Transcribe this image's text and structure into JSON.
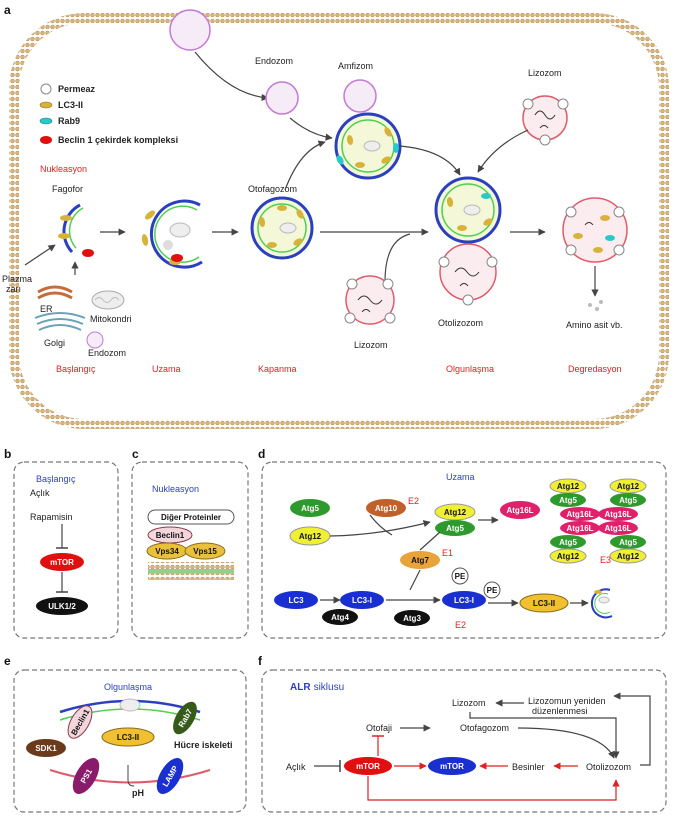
{
  "panels": [
    "a",
    "b",
    "c",
    "d",
    "e",
    "f"
  ],
  "panel_a": {
    "legend": {
      "permeaz": "Permeaz",
      "lc3": "LC3-II",
      "rab9": "Rab9",
      "beclin": "Beclin 1 çekirdek kompleksi"
    },
    "nukleasyon": "Nukleasyon",
    "fagofor": "Fagofor",
    "plazma1": "Plazma",
    "plazma2": "zarı",
    "er": "ER",
    "golgi": "Golgi",
    "mitokondri": "Mitokondri",
    "endozom_small": "Endozom",
    "endozom_top": "Endozom",
    "amfizom": "Amfizom",
    "lizozom_top": "Lizozom",
    "otofagozom": "Otofagozom",
    "lizozom_bottom": "Lizozom",
    "otolizozom": "Otolizozom",
    "amino": "Amino asit vb.",
    "stages": [
      "Başlangıç",
      "Uzama",
      "Kapanma",
      "Olgunlaşma",
      "Degredasyon"
    ]
  },
  "panel_b": {
    "title": "Başlangıç",
    "aclik": "Açlık",
    "rapamisin": "Rapamisin",
    "mtor": "mTOR",
    "ulk": "ULK1/2"
  },
  "panel_c": {
    "title": "Nukleasyon",
    "diger": "Diğer Proteinler",
    "beclin": "Beclin1",
    "vps34": "Vps34",
    "vps15": "Vps15"
  },
  "panel_d": {
    "title": "Uzama",
    "atg5": "Atg5",
    "atg12": "Atg12",
    "atg10": "Atg10",
    "atg7": "Atg7",
    "atg16l": "Atg16L",
    "lc3": "LC3",
    "lc3i": "LC3-I",
    "lc3ii": "LC3-II",
    "atg4": "Atg4",
    "atg3": "Atg3",
    "pe": "PE",
    "e1": "E1",
    "e2": "E2",
    "e3": "E3"
  },
  "panel_e": {
    "title": "Olgunlaşma",
    "beclin": "Beclin1",
    "rab7": "Rab7",
    "lc3ii": "LC3-II",
    "sdk1": "SDK1",
    "ps1": "PS1",
    "lamp": "LAMP",
    "hucre": "Hücre iskeleti",
    "ph": "pH"
  },
  "panel_f": {
    "title_bold": "ALR",
    "title_rest": "siklusu",
    "lizozom": "Lizozom",
    "yeniden1": "Lizozomun yeniden",
    "yeniden2": "düzenlenmesi",
    "otofaji": "Otofaji",
    "otofagozom": "Otofagozom",
    "aclik": "Açlık",
    "mtor": "mTOR",
    "besinler": "Besinler",
    "otolizozom": "Otolizozom"
  },
  "colors": {
    "membrane": "#e8c98a",
    "lc3": "#d9b23a",
    "rab9": "#27c9c9",
    "beclin": "#e01010",
    "mtor_red": "#e01010",
    "mtor_blue": "#1a2fd0",
    "atg5": "#2e9a2e",
    "atg12": "#f0f032",
    "atg16l": "#e0206a",
    "lc3_blue": "#1a2fd0",
    "lc3ii_yellow": "#f0c030"
  }
}
